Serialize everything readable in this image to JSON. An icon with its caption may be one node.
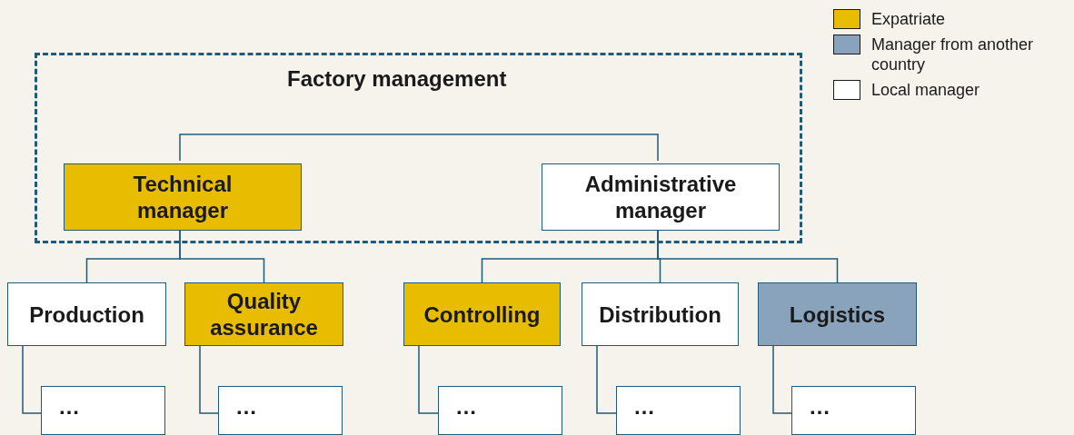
{
  "diagram": {
    "nodes": [
      {
        "text": [
          "Factory management"
        ]
      },
      {
        "text": [
          "Technical manager"
        ],
        "in": 0
      },
      {
        "text": [
          "Administrative manager"
        ],
        "in": 0
      },
      {
        "text": [
          "Production"
        ]
      },
      {
        "text": [
          "Quality assurance"
        ]
      },
      {
        "text": [
          "Controlling"
        ]
      },
      {
        "text": [
          "Distribution"
        ]
      },
      {
        "text": [
          "Logistics"
        ]
      },
      {
        "text": [
          "…"
        ]
      },
      {
        "text": [
          "…"
        ]
      },
      {
        "text": [
          "…"
        ]
      },
      {
        "text": [
          "…"
        ]
      },
      {
        "text": [
          "…"
        ]
      }
    ],
    "edges": [
      {
        "from": 1,
        "to": 2,
        "arrow": "none"
      },
      {
        "from": 1,
        "to": 3,
        "arrow": "none"
      },
      {
        "from": 1,
        "to": 4,
        "arrow": "none"
      },
      {
        "from": 2,
        "to": 5,
        "arrow": "none"
      },
      {
        "from": 2,
        "to": 6,
        "arrow": "none"
      },
      {
        "from": 2,
        "to": 7,
        "arrow": "none"
      },
      {
        "from": 3,
        "to": 8,
        "arrow": "none"
      },
      {
        "from": 4,
        "to": 9,
        "arrow": "none"
      },
      {
        "from": 5,
        "to": 10,
        "arrow": "none"
      },
      {
        "from": 6,
        "to": 11,
        "arrow": "none"
      },
      {
        "from": 7,
        "to": 12,
        "arrow": "none"
      }
    ],
    "legend": [
      {
        "text": "Expatriate",
        "color": "#e8bc00"
      },
      {
        "text": "Manager from another country",
        "color": "#8aa3bd"
      },
      {
        "text": "Local manager",
        "color": "#ffffff"
      }
    ]
  }
}
